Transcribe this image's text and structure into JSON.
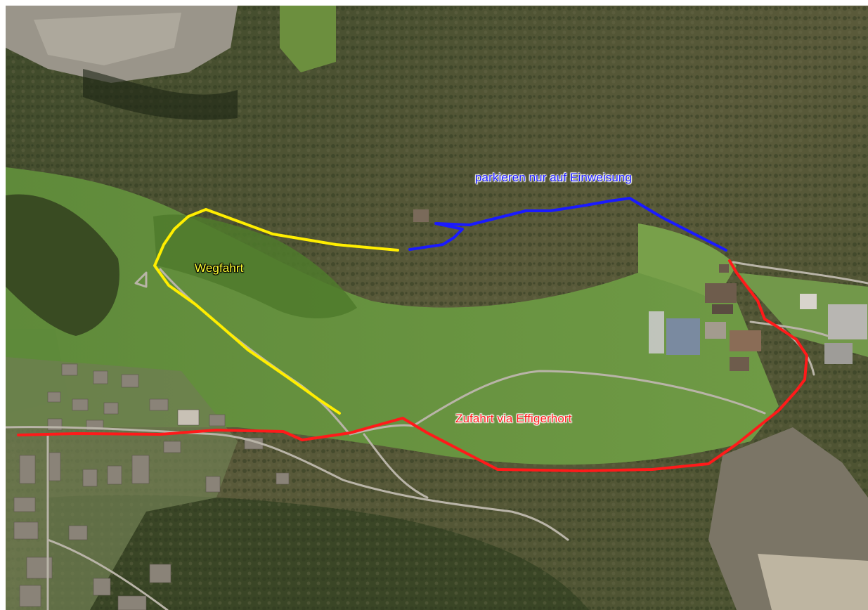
{
  "map": {
    "labels": {
      "parking": "parkieren nur auf Einweisung",
      "exit": "Wegfahrt",
      "access": "Zufahrt via Effigerhort"
    },
    "route_colors": {
      "parking": "#1a1aff",
      "exit": "#ffee00",
      "access": "#ff1a1a"
    }
  }
}
